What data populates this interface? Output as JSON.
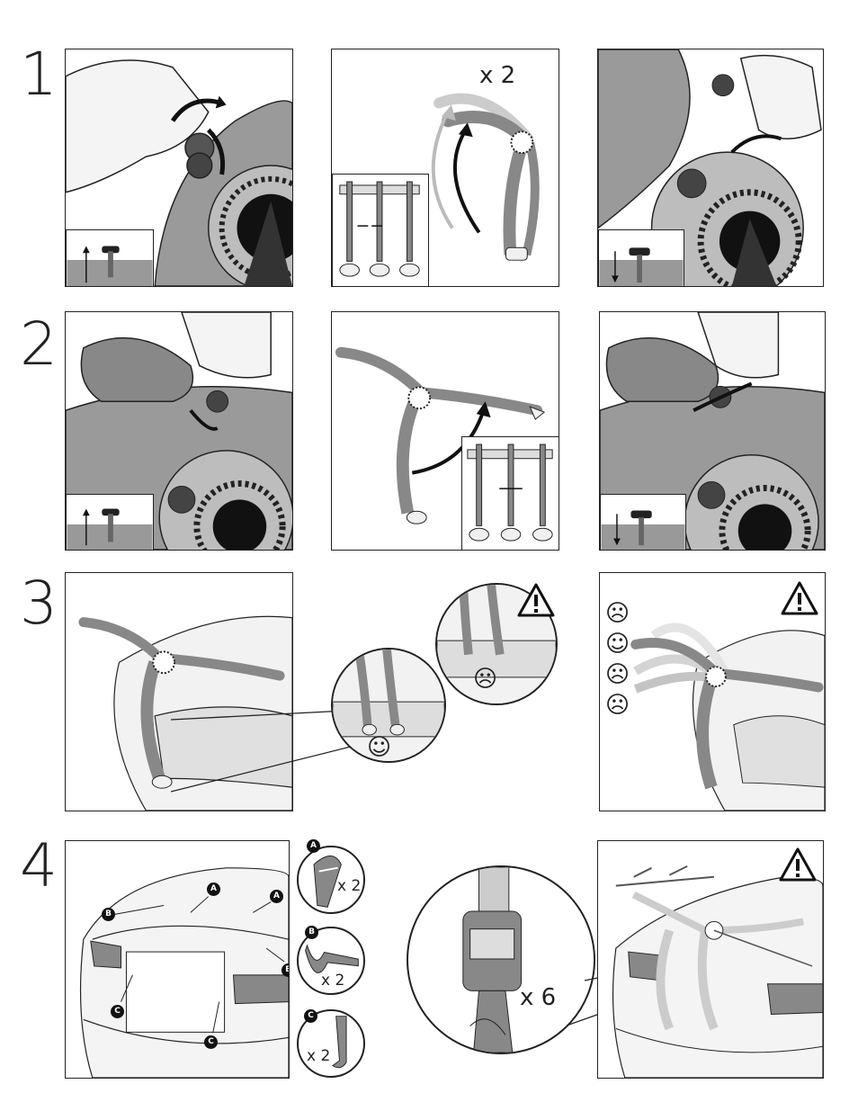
{
  "steps": {
    "s1": "1",
    "s2": "2",
    "s3": "3",
    "s4": "4"
  },
  "multipliers": {
    "step1_panel2": "x 2",
    "clip_a": "x 2",
    "clip_b": "x 2",
    "clip_c": "x 2",
    "straps": "x 6"
  },
  "markers": {
    "a": "A",
    "b": "B",
    "c": "C"
  },
  "icons": {
    "warning": "warning-triangle-icon",
    "happy": "smiley-face-icon",
    "sad": "sad-face-icon"
  },
  "colors": {
    "outline": "#222222",
    "rack_gray": "#8a8a8a",
    "light_gray": "#cfcfcf",
    "dark_gray": "#555555"
  }
}
